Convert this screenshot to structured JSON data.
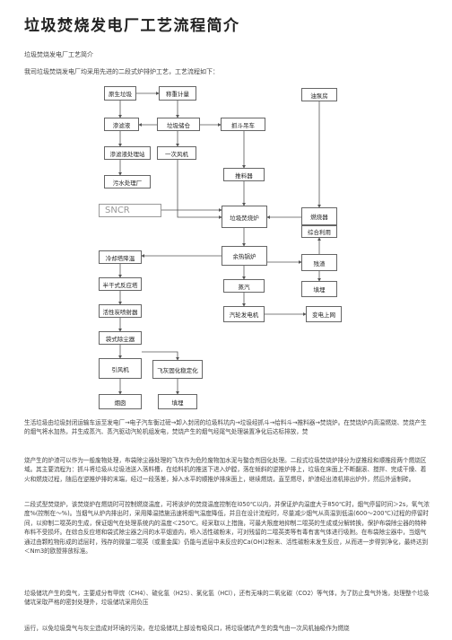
{
  "page": {
    "title": "垃圾焚烧发电厂工艺流程简介",
    "subtitle": "垃圾焚烧发电厂工艺简介",
    "intro": "我司垃圾焚烧发电厂均采用先进的二段式炉排炉工艺，工艺流程如下："
  },
  "diagram": {
    "boxes": {
      "raw_garbage": "原生垃圾",
      "weighing": "称重计量",
      "garbage_storage": "垃圾储仓",
      "crane_feed": "抓斗吊车",
      "leachate": "渗滤液",
      "leachate_treatment": "渗滤液处理站",
      "sewage_plant": "污水处理厂",
      "primary_air": "一次风机",
      "feed_hopper": "推料器",
      "incinerator": "垃圾焚烧炉",
      "waste_heat_boiler": "余热锅炉",
      "steam": "蒸汽",
      "turbine_generator": "汽轮发电机",
      "substation": "变电上网",
      "fuel_oil": "油泵房",
      "burner": "燃烧器",
      "slag_utilization": "综合利用",
      "slag": "残渣",
      "landfill": "填埋",
      "sncr": "SNCR",
      "cooling_tower": "冷却塔降温",
      "semi_dry_reactor": "半干式反应塔",
      "activated_carbon": "活性炭喷射器",
      "bag_filter": "袋式除尘器",
      "induced_draft_fan": "引风机",
      "fly_ash": "飞灰固化稳定化",
      "chimney": "烟囱",
      "fly_ash_landfill": "填埋"
    }
  },
  "body": {
    "p1": "生活垃圾由垃圾封闭运输车运至发电厂→电子汽车衡过磅→卸入封闭的垃圾料坑内→垃圾经抓斗→给料斗→推料器→焚烧炉。在焚烧炉内高温燃烧、焚烧产生的烟气将水加热，并生成蒸汽、蒸汽驱动汽轮机组发电，焚烧产生的烟气经尾气处理装置净化后达标排放，焚",
    "p2": "烧产生的炉渣可以作为一般废物处理，布袋除尘器处理的飞灰作为危险废物加水泥与螯合剂固化处理。二段式垃圾焚烧炉排分为逆推段和顺推段两个燃烧区域。其主要流程为：抓斗将垃圾从垃圾池送入落料槽，在给料机的推送下进入炉膛，落在倾斜的逆推炉排上，垃圾在床面上不断翻滚、搅拌、完成干燥、着火和燃烧过程，随后在逆推炉排的末端，经过一段落差，掉入水平的顺推炉排床面上，继续燃烧，直至燃尽，炉渣经出渣机排出炉外，然后外运制砖。",
    "p3": "二段式型焚烧炉，该焚烧炉在燃烧时可控制燃烧温度，可将该炉的焚烧温度控制在l050℃以内，并保证炉内温度大于850℃时，烟气停留时间＞2s，氧气浓度%(控制在～%)。当烟气从炉内排出时，采用降温措施迅速将烟气温度降低，并且在设计流程时，尽量减少烟气从高温到低温(600～200℃)过程的停留时间，以抑制二噁英的生成，保证烟气在处理系统内的温度＜250℃。经采取以上措施，可最大限度地抑制二噁英的生成或分解转换，保护布袋除尘器的特种布料不受损坏。在综合反应塔和袋式除尘器之间的水平烟道内，喷入活性碳粉末，可对残留的二噁英类等有毒有害气体进行吸附。在布袋除尘器中，当烟气通过由颗粒物形成的滤层时，残存的微量二噁英（或重金属）仍能与滤层中未反应的Ca(OH)2粉末、活性碳粉末发生反应，从而进一步得到净化，最终达到＜Nm3的欧盟排放标准。",
    "p4": "垃圾储坑产生的臭气，主要成分有甲烷（CH4）、硫化氢（H2S）、氯化氢（HCl），还有无味的二氧化碳（CO2）等气体，为了防止臭气外逸，处理整个垃圾储坑采取严格的密封处理外，垃圾储坑采用负压",
    "p5": "运行，以免垃圾臭气与灰尘造成对环境的污染，在垃圾储坑上部设有吸风口，将垃圾储坑产生的臭气由一次风机抽吸作为燃烧"
  }
}
